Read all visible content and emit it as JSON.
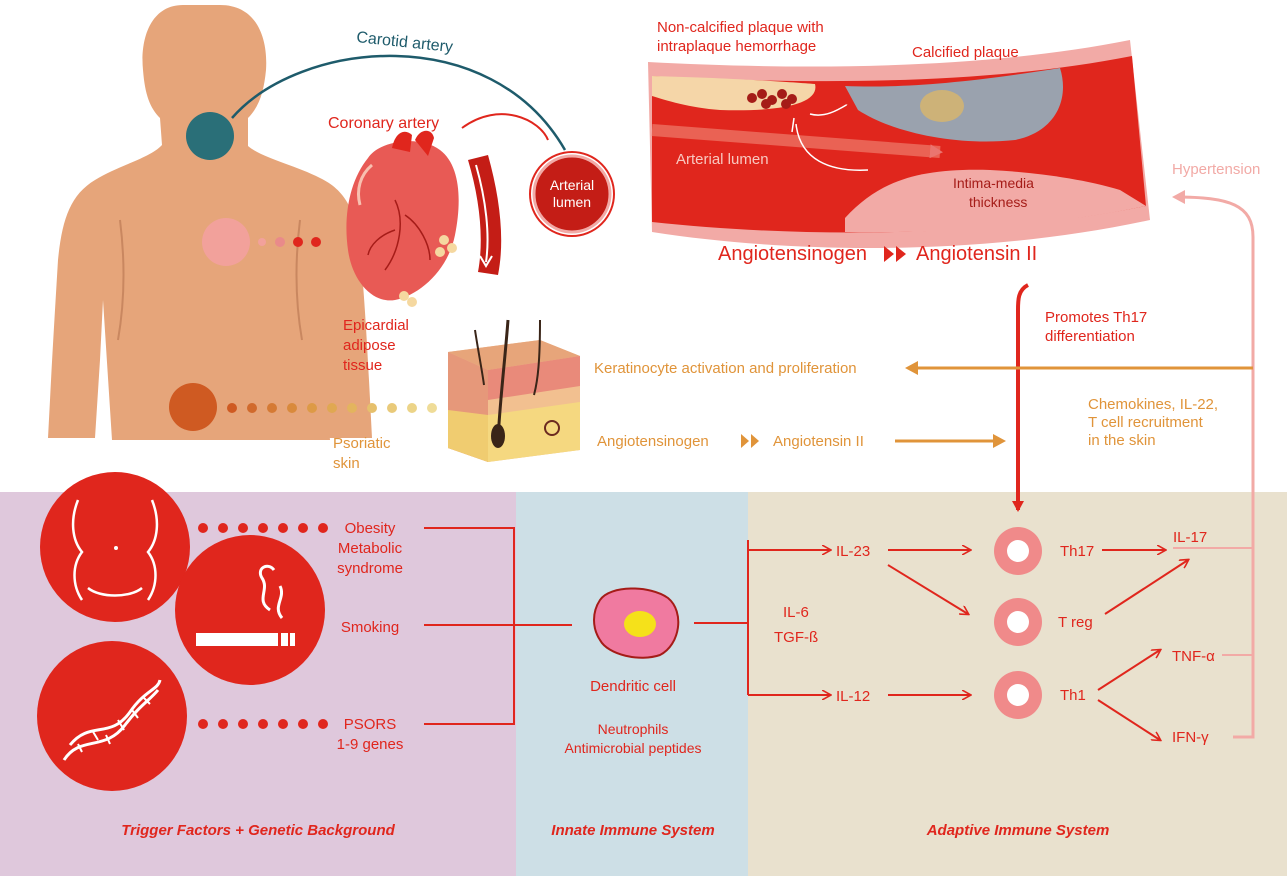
{
  "anatomy": {
    "carotid_artery": "Carotid artery",
    "coronary_artery": "Coronary artery",
    "arterial_lumen_circle_line1": "Arterial",
    "arterial_lumen_circle_line2": "lumen",
    "epicardial_line1": "Epicardial",
    "epicardial_line2": "adipose",
    "epicardial_line3": "tissue",
    "psoriatic_line1": "Psoriatic",
    "psoriatic_line2": "skin"
  },
  "artery": {
    "noncalcified_line1": "Non-calcified plaque with",
    "noncalcified_line2": "intraplaque hemorrhage",
    "calcified": "Calcified plaque",
    "arterial_lumen": "Arterial lumen",
    "intima_line1": "Intima-media",
    "intima_line2": "thickness",
    "angiotensinogen": "Angiotensinogen",
    "angiotensin": "Angiotensin II"
  },
  "right_side": {
    "hypertension": "Hypertension",
    "promotes_line1": "Promotes Th17",
    "promotes_line2": "differentiation",
    "keratinocyte": "Keratinocyte activation and proliferation",
    "skin_angiotensinogen": "Angiotensinogen",
    "skin_angiotensin": "Angiotensin II",
    "chemokines_line1": "Chemokines, IL-22,",
    "chemokines_line2": "T cell recruitment",
    "chemokines_line3": "in the skin"
  },
  "trigger": {
    "obesity": "Obesity",
    "metabolic_line1": "Metabolic",
    "metabolic_line2": "syndrome",
    "smoking": "Smoking",
    "psors_line1": "PSORS",
    "psors_line2": "1-9 genes",
    "title": "Trigger Factors + Genetic Background"
  },
  "innate": {
    "dendritic_cell": "Dendritic cell",
    "neutrophils": "Neutrophils",
    "antimicrobial": "Antimicrobial peptides",
    "title": "Innate Immune System"
  },
  "adaptive": {
    "il6": "IL-6",
    "tgfb": "TGF-ß",
    "il23": "IL-23",
    "il12": "IL-12",
    "th17": "Th17",
    "treg": "T reg",
    "th1": "Th1",
    "il17": "IL-17",
    "tnfa": "TNF-α",
    "ifny": "IFN-γ",
    "title": "Adaptive Immune System"
  },
  "colors": {
    "red": "#e0261d",
    "orange": "#e0943a",
    "pink": "#f2aaa6",
    "trigger_bg": "#dfc8dc",
    "innate_bg": "#cddfe6",
    "adaptive_bg": "#e9e1ce",
    "skin_tone": "#e6a57a",
    "teal_marker": "#2a6f78"
  },
  "icons": [
    "body-silhouette",
    "heart-illustration",
    "skin-cross-section",
    "abdomen-icon",
    "cigarette-icon",
    "dna-icon"
  ]
}
